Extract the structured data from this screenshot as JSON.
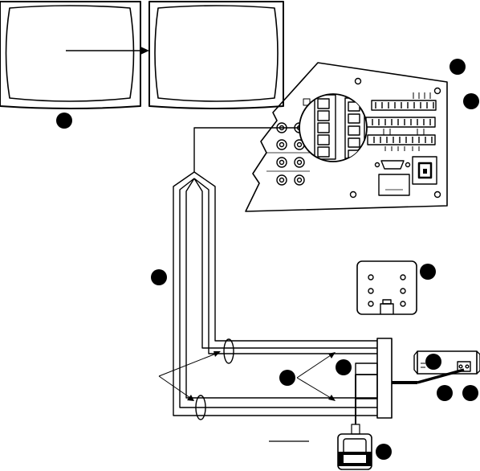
{
  "diagram": {
    "line_color": "#000000",
    "fill_color": "#ffffff",
    "callout_color": "#000000",
    "callouts": [
      "callout-monitor",
      "callout-panel-top",
      "callout-panel-side",
      "callout-cable",
      "callout-wall-plate",
      "callout-joiner",
      "callout-module",
      "callout-conn-a",
      "callout-conn-b",
      "callout-foot-unit"
    ],
    "parts": [
      "monitor-left",
      "monitor-right",
      "rear-panel",
      "rj45-zoom",
      "cable-bundle",
      "wall-plate",
      "junction-box",
      "splitter-module",
      "foot-unit"
    ]
  }
}
